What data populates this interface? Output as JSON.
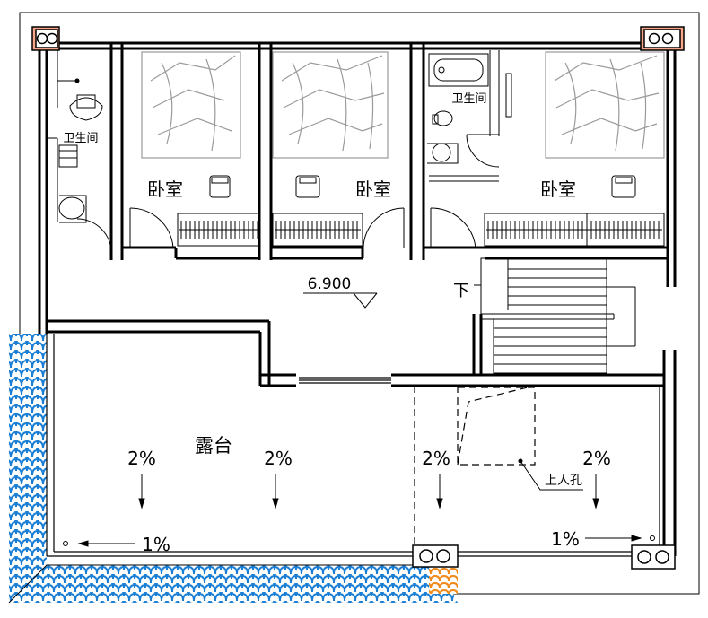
{
  "rooms": {
    "bath_left": "卫生间",
    "bath_right": "卫生间",
    "bedroom_1": "卧室",
    "bedroom_2": "卧室",
    "bedroom_3": "卧室",
    "terrace": "露台"
  },
  "elevation": "6.900",
  "stair_down": "下",
  "hatch": "上人孔",
  "slopes": [
    "2%",
    "2%",
    "2%",
    "2%"
  ],
  "drain_slopes": [
    "1%",
    "1%"
  ],
  "colors": {
    "line": "#000000",
    "tile_blue": "#1a7fd4",
    "tile_orange": "#f08a1c",
    "pipe_pink": "#f4a58a",
    "furniture_gray": "#9a9a9a"
  }
}
